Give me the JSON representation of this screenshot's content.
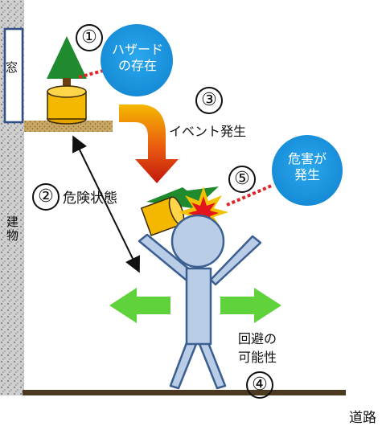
{
  "labels": {
    "window": "窓",
    "building": "建物",
    "road": "道路",
    "hazard": "ハザードの存在",
    "hazard_line1": "ハザード",
    "hazard_line2": "の存在",
    "harm_line1": "危害が",
    "harm_line2": "発生",
    "step1_num": "①",
    "step2_num": "②",
    "step2_text": "危険状態",
    "step3_num": "③",
    "step3_text": "イベント発生",
    "step4_num": "④",
    "step4_line1": "回避の",
    "step4_line2": "可能性",
    "step5_num": "⑤"
  },
  "colors": {
    "bubble": "#1a9ae6",
    "tree": "#1f8a2e",
    "pot": "#f5b800",
    "person_fill": "#b9cde6",
    "person_stroke": "#3b5f91",
    "arrow_green": "#5fd23c",
    "arrow_event_top": "#f5b800",
    "arrow_event_bottom": "#c0180c",
    "shelf": "#a8864a",
    "ground": "#4b3a1f",
    "building": "#bdbdbd",
    "dotted": "#e0262a"
  }
}
